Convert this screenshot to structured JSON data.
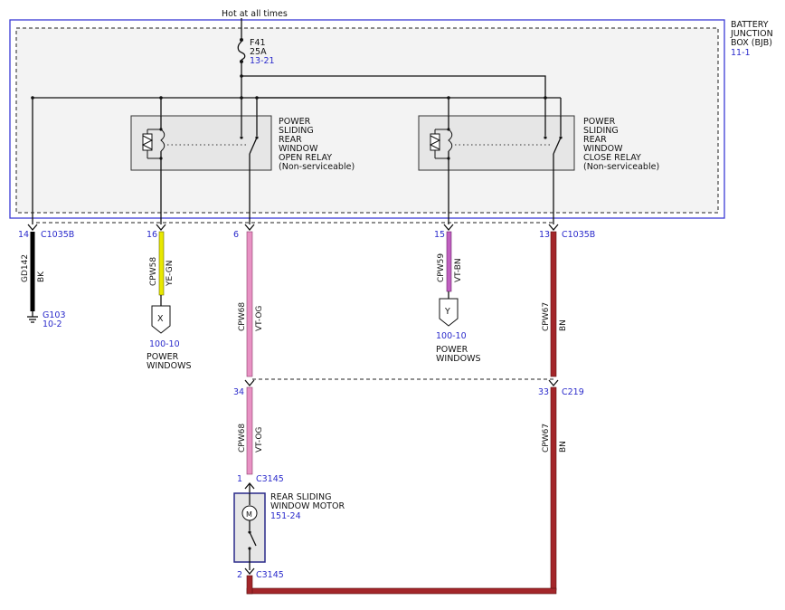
{
  "colors": {
    "border_blue": "#3b3bd6",
    "ref_blue": "#2a2acb",
    "wire_black": "#000000",
    "wire_yellow_green": "#e8e800",
    "wire_violet_orange": "#e892c4",
    "wire_violet_brown": "#c060c0",
    "wire_brown": "#a3262a"
  },
  "power": {
    "label": "Hot at all times"
  },
  "bjb": {
    "name_lines": [
      "BATTERY",
      "JUNCTION",
      "BOX (BJB)"
    ],
    "ref": "11-1"
  },
  "fuse": {
    "name": "F41",
    "rating": "25A",
    "ref": "13-21"
  },
  "relay_open": {
    "lines": [
      "POWER",
      "SLIDING",
      "REAR",
      "WINDOW",
      "OPEN RELAY",
      "(Non-serviceable)"
    ]
  },
  "relay_close": {
    "lines": [
      "POWER",
      "SLIDING",
      "REAR",
      "WINDOW",
      "CLOSE RELAY",
      "(Non-serviceable)"
    ]
  },
  "pins": {
    "p14": {
      "pin": "14",
      "connector": "C1035B"
    },
    "p16": {
      "pin": "16"
    },
    "p6": {
      "pin": "6"
    },
    "p15": {
      "pin": "15"
    },
    "p13": {
      "pin": "13",
      "connector": "C1035B"
    },
    "p34": {
      "pin": "34"
    },
    "p33": {
      "pin": "33",
      "connector": "C219"
    },
    "p1": {
      "pin": "1",
      "connector": "C3145"
    },
    "p2": {
      "pin": "2",
      "connector": "C3145"
    }
  },
  "wires": {
    "gd142": {
      "circuit": "GD142",
      "color": "BK"
    },
    "cpw58": {
      "circuit": "CPW58",
      "color": "YE-GN"
    },
    "cpw68_upper": {
      "circuit": "CPW68",
      "color": "VT-OG"
    },
    "cpw59": {
      "circuit": "CPW59",
      "color": "VT-BN"
    },
    "cpw67_upper": {
      "circuit": "CPW67",
      "color": "BN"
    },
    "cpw68_lower": {
      "circuit": "CPW68",
      "color": "VT-OG"
    },
    "cpw67_lower": {
      "circuit": "CPW67",
      "color": "BN"
    }
  },
  "ground": {
    "name": "G103",
    "ref": "10-2"
  },
  "offpage_x": {
    "letter": "X",
    "ref": "100-10",
    "lines": [
      "POWER",
      "WINDOWS"
    ]
  },
  "offpage_y": {
    "letter": "Y",
    "ref": "100-10",
    "lines": [
      "POWER",
      "WINDOWS"
    ]
  },
  "motor": {
    "lines": [
      "REAR SLIDING",
      "WINDOW MOTOR"
    ],
    "ref": "151-24",
    "symbol": "M"
  }
}
